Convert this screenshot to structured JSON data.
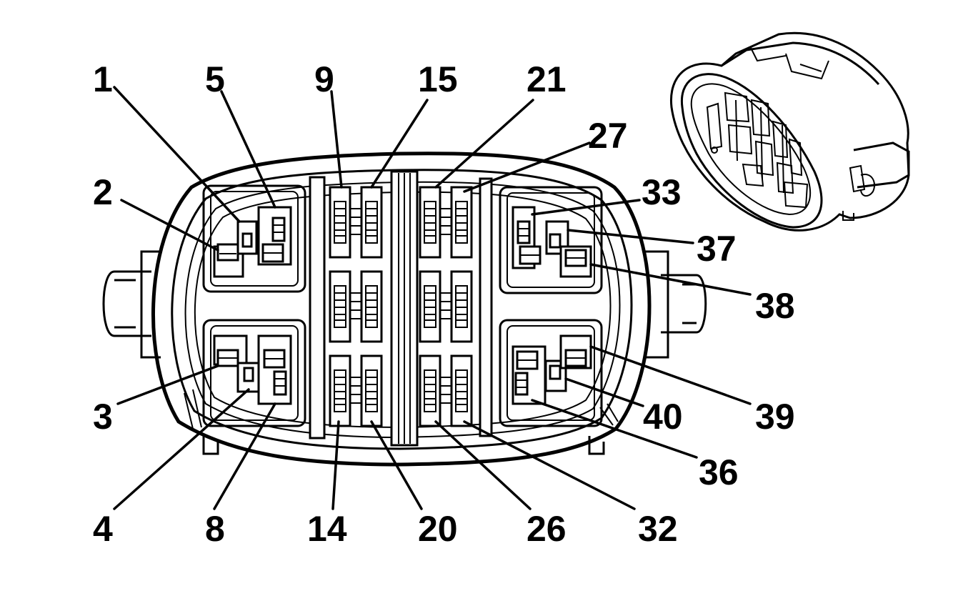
{
  "labels": {
    "p1": "1",
    "p2": "2",
    "p3": "3",
    "p4": "4",
    "p5": "5",
    "p8": "8",
    "p9": "9",
    "p14": "14",
    "p15": "15",
    "p20": "20",
    "p21": "21",
    "p26": "26",
    "p27": "27",
    "p32": "32",
    "p33": "33",
    "p36": "36",
    "p37": "37",
    "p38": "38",
    "p39": "39",
    "p40": "40"
  },
  "colors": {
    "line": "#000000",
    "background": "#ffffff"
  }
}
